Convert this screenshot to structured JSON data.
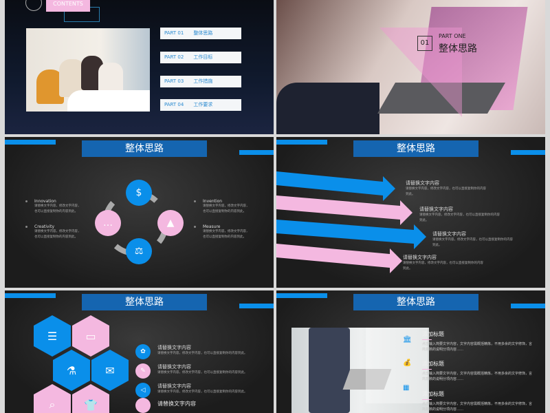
{
  "slide1": {
    "contents_label": "CONTENTS",
    "parts": [
      {
        "num": "PART 01",
        "title": "整体思路"
      },
      {
        "num": "PART 02",
        "title": "工作目标"
      },
      {
        "num": "PART 03",
        "title": "工作措施"
      },
      {
        "num": "PART 04",
        "title": "工作要求"
      }
    ]
  },
  "slide2": {
    "number": "01",
    "part_label": "PART ONE",
    "title": "整体思路"
  },
  "slide3": {
    "header": "整体思路",
    "items": [
      {
        "title": "Innovation",
        "body": "请替换文字内容，修改文字内容，也可以直接复制你的内容到此。"
      },
      {
        "title": "Creativity",
        "body": "请替换文字内容，修改文字内容，也可以直接复制你的内容到此。"
      },
      {
        "title": "Invention",
        "body": "请替换文字内容，修改文字内容，也可以直接复制你的内容到此。"
      },
      {
        "title": "Measure",
        "body": "请替换文字内容，修改文字内容，也可以直接复制你的内容到此。"
      }
    ],
    "icons": [
      "money-hand-icon",
      "cone-icon",
      "scale-icon",
      "chat-icon"
    ]
  },
  "slide4": {
    "header": "整体思路",
    "items": [
      {
        "title": "请替换文字内容",
        "body": "请替换文字内容，修改文字内容，也可以直接复制你的内容到此。"
      },
      {
        "title": "请替换文字内容",
        "body": "请替换文字内容，修改文字内容，也可以直接复制你的内容到此。"
      },
      {
        "title": "请替换文字内容",
        "body": "请替换文字内容，修改文字内容，也可以直接复制你的内容到此。"
      },
      {
        "title": "请替换文字内容",
        "body": "请替换文字内容，修改文字内容，也可以直接复制你的内容到此。"
      }
    ]
  },
  "slide5": {
    "header": "整体思路",
    "items": [
      {
        "title": "请替换文字内容",
        "body": "请替换文字内容，修改文字内容，也可以直接复制你的内容到此。"
      },
      {
        "title": "请替换文字内容",
        "body": "请替换文字内容，修改文字内容，也可以直接复制你的内容到此。"
      },
      {
        "title": "请替换文字内容",
        "body": "请替换文字内容，修改文字内容，也可以直接复制你的内容到此。"
      },
      {
        "title": "请替换文字内容",
        "body": ""
      }
    ]
  },
  "slide6": {
    "header": "整体思路",
    "items": [
      {
        "title": "添加标题",
        "body": "点击输入简要文字内容，文字内容需概括精炼，不用多余的文字修饰，言简意赅的说明分项内容……"
      },
      {
        "title": "添加标题",
        "body": "点击输入简要文字内容，文字内容需概括精炼，不用多余的文字修饰，言简意赅的说明分项内容……"
      },
      {
        "title": "添加标题",
        "body": "点击输入简要文字内容，文字内容需概括精炼，不用多余的文字修饰，言简意赅的说明分项内容……"
      }
    ]
  },
  "colors": {
    "blue": "#0a8fea",
    "pink": "#f4b8e0",
    "header_blue": "#1565b0",
    "dark": "#262626"
  }
}
